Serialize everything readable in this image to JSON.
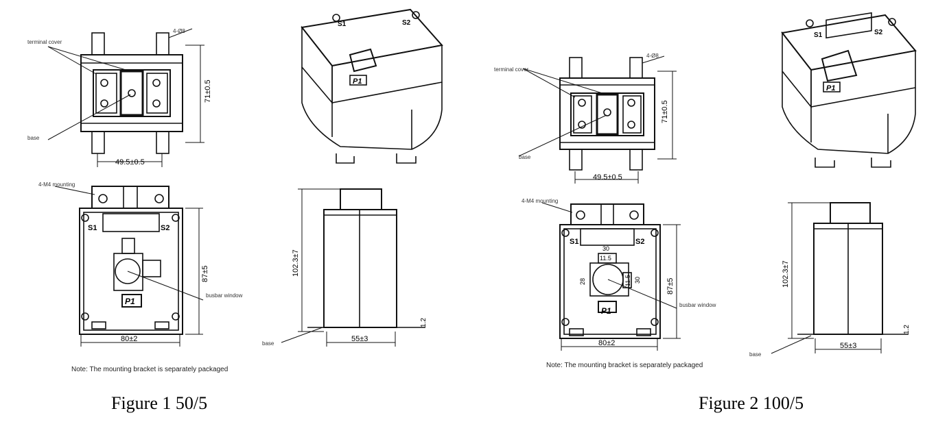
{
  "figures": [
    {
      "caption": "Figure 1    50/5",
      "note": "Note: The mounting bracket is separately packaged",
      "front_top_view": {
        "width_dim": "49.5±0.5",
        "height_dim": "71±0.5",
        "leader_labels": [
          "terminal cover",
          "base",
          "4-Ø8"
        ]
      },
      "front_view": {
        "bracket_label": "4-M4 mounting",
        "terminal_left": "S1",
        "terminal_right": "S2",
        "polarity": "P1",
        "width_dim": "80±2",
        "height_dim": "87±5",
        "window_label": "busbar window"
      },
      "side_view": {
        "height_dim": "102.3±7",
        "width_dim": "55±3",
        "foot_dim": "1.2",
        "foot_label": "base"
      }
    },
    {
      "caption": "Figure 2    100/5",
      "note": "Note: The mounting bracket is separately packaged",
      "front_top_view": {
        "width_dim": "49.5±0.5",
        "height_dim": "71±0.5",
        "leader_labels": [
          "terminal cover",
          "base",
          "4-Ø8"
        ]
      },
      "front_view": {
        "bracket_label": "4-M4 mounting",
        "terminal_left": "S1",
        "terminal_right": "S2",
        "polarity": "P1",
        "width_dim": "80±2",
        "height_dim": "87±5",
        "window_dims": [
          "30",
          "11.5",
          "28",
          "11.5",
          "30"
        ],
        "window_label": "busbar window"
      },
      "side_view": {
        "height_dim": "102.3±7",
        "width_dim": "55±3",
        "foot_dim": "1.2",
        "foot_label": "base"
      }
    }
  ]
}
